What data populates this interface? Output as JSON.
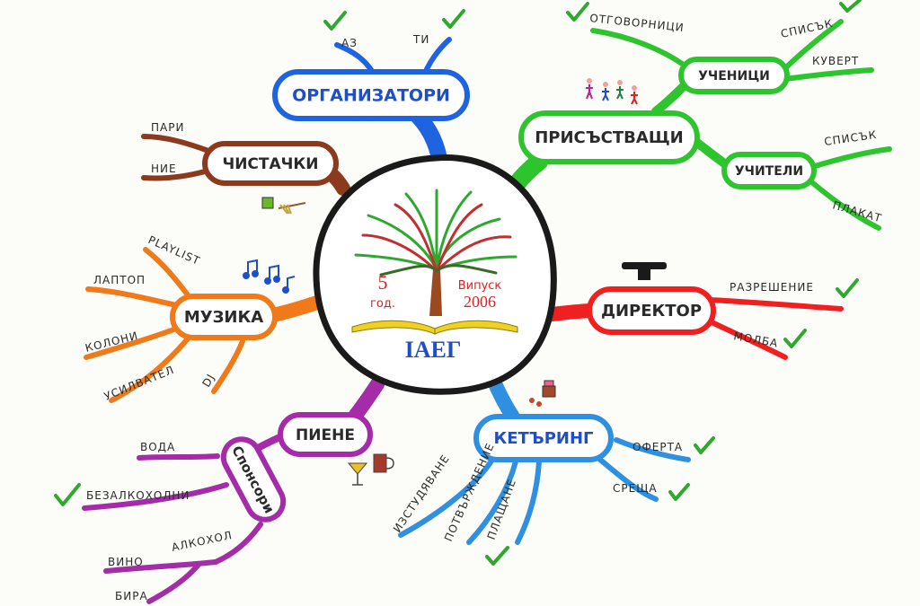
{
  "center": {
    "years": "5",
    "years_label": "год.",
    "class_line1": "Випуск",
    "class_line2": "2006",
    "school": "IАЕГ"
  },
  "nodes": {
    "organizatori": "ОРГАНИЗАТОРИ",
    "chistachki": "ЧИСТАЧКИ",
    "muzika": "МУЗИКА",
    "piene": "ПИЕНЕ",
    "sponsori": "Спонсори",
    "ketaring": "КЕТЪРИНГ",
    "direktor": "ДИРЕКТОР",
    "prisastvashti": "ПРИСЪСТВАЩИ",
    "uchenitsi": "УЧЕНИЦИ",
    "uchiteli": "УЧИТЕЛИ"
  },
  "leaves": {
    "az": "АЗ",
    "ti": "ТИ",
    "pari": "ПАРИ",
    "nie": "НИЕ",
    "playlist": "PLAYLIST",
    "laptop": "ЛАПТОП",
    "koloni": "КОЛОНИ",
    "usilvatel": "УСИЛВАТЕЛ",
    "dj": "DJ",
    "voda": "ВОДА",
    "bezalkoholni": "БЕЗАЛКОХОЛНИ",
    "alkohol": "АЛКОХОЛ",
    "vino": "ВИНО",
    "bira": "БИРА",
    "izstudyavane": "ИЗСТУДЯВАНЕ",
    "potvarzhdenie": "ПОТВЪРЖДЕНИЕ",
    "plashtane": "ПЛАЩАНЕ",
    "oferta": "ОФЕРТА",
    "sreshta": "СРЕЩА",
    "razreshenie": "РАЗРЕШЕНИЕ",
    "molba": "МОЛБА",
    "otgovornitsi": "ОТГОВОРНИЦИ",
    "spisak_uchenitsi": "СПИСЪК",
    "kuvert": "КУВЕРТ",
    "spisak_uchiteli": "СПИСЪК",
    "plakat": "ПЛАКАТ"
  },
  "colors": {
    "organizatori": "#1e63e0",
    "chistachki": "#8b3a1e",
    "muzika": "#f07a1a",
    "piene": "#a42ca8",
    "ketaring": "#2f8fe0",
    "direktor": "#f02020",
    "prisastvashti": "#2ec42e",
    "center_ring": "#1a1a1a",
    "check": "#2fa82f"
  },
  "icons": [
    "check-icon",
    "tree-icon",
    "book-icon",
    "people-icon",
    "bucket-broom-icon",
    "music-notes-icon",
    "cocktail-glass-icon",
    "beer-mug-icon",
    "cake-icon",
    "hat-icon"
  ]
}
